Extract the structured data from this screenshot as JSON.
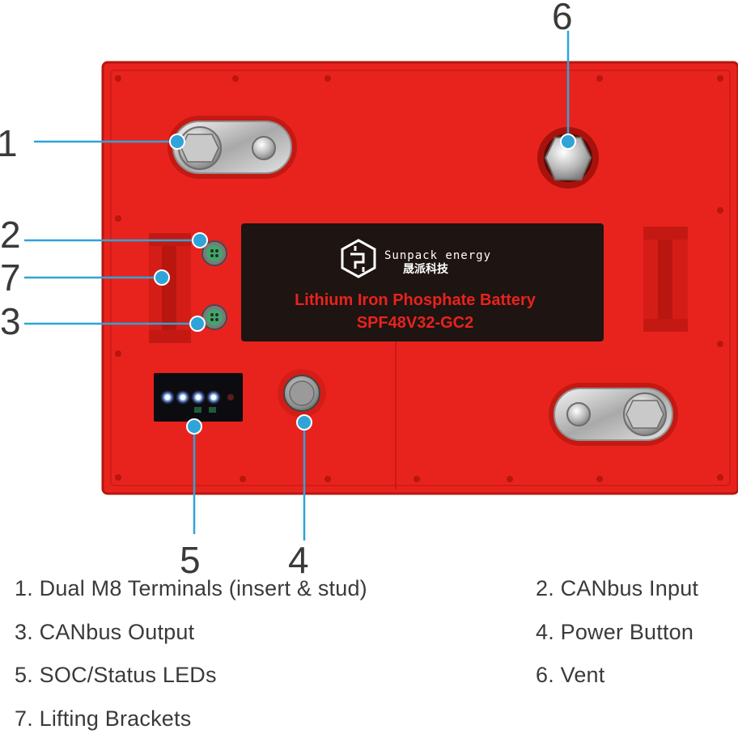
{
  "brand": {
    "name_en": "Sunpack energy",
    "name_cn": "晟派科技"
  },
  "product": {
    "title": "Lithium Iron Phosphate Battery",
    "model": "SPF48V32-GC2"
  },
  "callouts": [
    "1",
    "2",
    "7",
    "3",
    "5",
    "4",
    "6"
  ],
  "legend": {
    "terminals": "1. Dual M8 Terminals (insert & stud)",
    "canbus_input": "2. CANbus Input",
    "canbus_output": "3. CANbus Output",
    "power_button": "4. Power Button",
    "soc_leds": "5. SOC/Status LEDs",
    "vent": "6. Vent",
    "lifting_brackets": "7. Lifting Brackets"
  },
  "colors": {
    "battery_body": "#e8231d",
    "label_background": "#1e1412",
    "label_text": "#e8231d",
    "callout_line": "#2fa4d8",
    "callout_dot": "#2fa4d8",
    "led_blue": "#7fb8ff",
    "text_gray": "#3a3a3a"
  }
}
